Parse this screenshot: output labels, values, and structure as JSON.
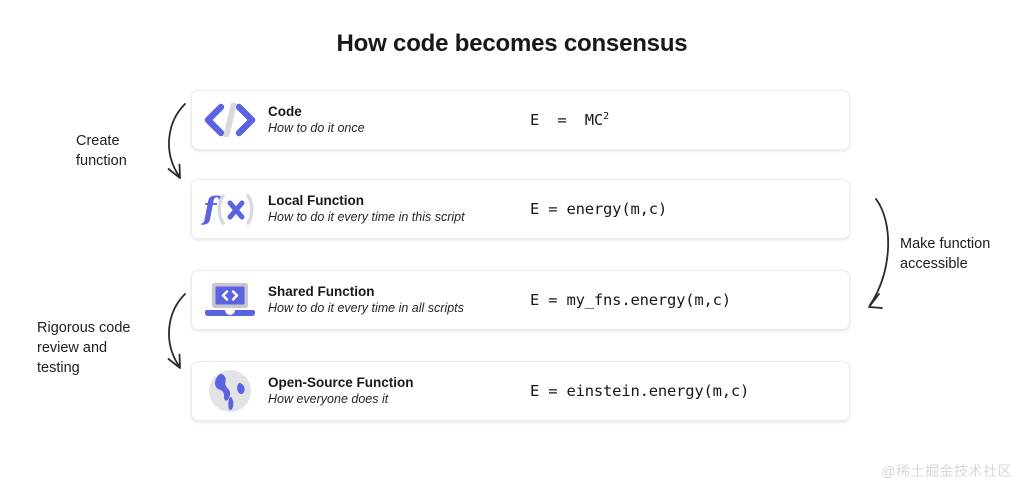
{
  "page": {
    "title": "How code becomes consensus",
    "background_color": "#ffffff",
    "accent_color": "#5b63e0",
    "muted_icon_color": "#d9d9de",
    "watermark": "@稀土掘金技术社区"
  },
  "cards": [
    {
      "icon": "code-brackets-icon",
      "title": "Code",
      "subtitle": "How to do it once",
      "formula_prefix": "E  =  MC",
      "formula_sup": "2",
      "formula": "E  =  MC2"
    },
    {
      "icon": "function-fx-icon",
      "title": "Local Function",
      "subtitle": "How to do it every time in this script",
      "formula": "E = energy(m,c)"
    },
    {
      "icon": "laptop-code-icon",
      "title": "Shared Function",
      "subtitle": "How to do it every time in all scripts",
      "formula": "E = my_fns.energy(m,c)"
    },
    {
      "icon": "globe-icon",
      "title": "Open-Source Function",
      "subtitle": "How everyone does it",
      "formula": "E = einstein.energy(m,c)"
    }
  ],
  "annotations": [
    {
      "id": "create-function",
      "text": "Create\nfunction",
      "arrow": "curved-arrow-down-left-icon"
    },
    {
      "id": "rigorous-code-review",
      "text": "Rigorous code\nreview and\ntesting",
      "arrow": "curved-arrow-down-left-icon"
    },
    {
      "id": "make-function-accessible",
      "text": "Make function\naccessible",
      "arrow": "curved-arrow-down-right-icon"
    }
  ]
}
